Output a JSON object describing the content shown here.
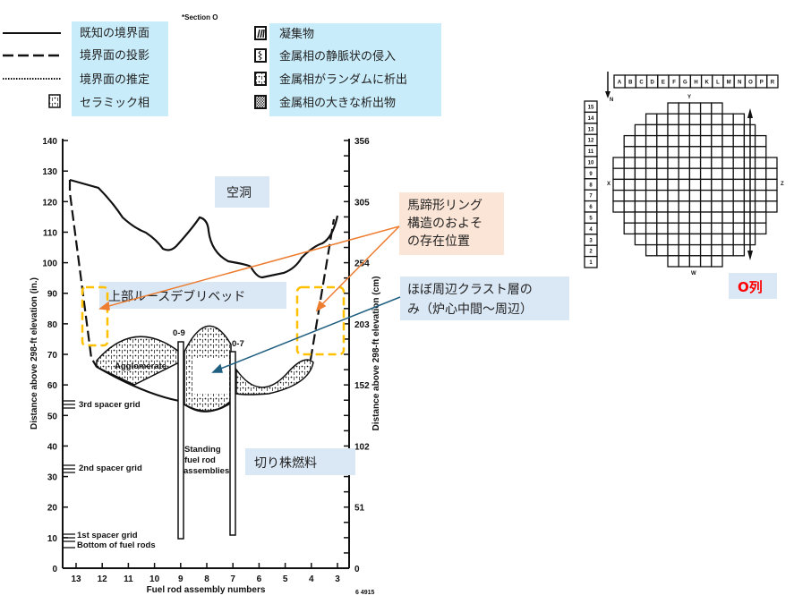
{
  "legend": {
    "section_label": "*Section O",
    "left": [
      {
        "line": "solid",
        "label": "既知の境界面"
      },
      {
        "line": "dashed",
        "label": "境界面の投影"
      },
      {
        "line": "dotted",
        "label": "境界面の推定"
      },
      {
        "icon": "ceramic-pattern-icon",
        "label": "セラミック相"
      }
    ],
    "right": [
      {
        "icon": "agglomerate-pattern-icon",
        "label": "凝集物"
      },
      {
        "icon": "vein-metal-pattern-icon",
        "label": "金属相の静脈状の侵入"
      },
      {
        "icon": "random-metal-pattern-icon",
        "label": "金属相がランダムに析出"
      },
      {
        "icon": "large-metal-pattern-icon",
        "label": "金属相の大きな析出物"
      }
    ]
  },
  "axes": {
    "left_ticks": [
      "0",
      "10",
      "20",
      "30",
      "40",
      "50",
      "60",
      "70",
      "80",
      "90",
      "100",
      "110",
      "120",
      "130",
      "140"
    ],
    "right_ticks": [
      {
        "in": 0,
        "cm": "0"
      },
      {
        "in": 20,
        "cm": "51"
      },
      {
        "in": 40,
        "cm": "102"
      },
      {
        "in": 60,
        "cm": "152"
      },
      {
        "in": 80,
        "cm": "203"
      },
      {
        "in": 100,
        "cm": "254"
      },
      {
        "in": 120,
        "cm": "305"
      },
      {
        "in": 140,
        "cm": "356"
      }
    ],
    "x_ticks": [
      "13",
      "12",
      "11",
      "10",
      "9",
      "8",
      "7",
      "6",
      "5",
      "4",
      "3"
    ],
    "left_label": "Distance above 298-ft elevation (in.)",
    "right_label": "Distance above 298-ft elevation (cm)",
    "x_label": "Fuel rod assembly numbers",
    "figure_number": "6 4915"
  },
  "diagram_labels": {
    "agglomerate": "Agglomerate",
    "rod_left": "0-9",
    "rod_right": "0-7",
    "standing_1": "Standing",
    "standing_2": "fuel rod",
    "standing_3": "assemblies",
    "spacer3": "3rd spacer grid",
    "spacer2": "2nd spacer grid",
    "spacer1": "1st spacer grid",
    "bottom": "Bottom of fuel rods"
  },
  "annotations": {
    "cavity": "空洞",
    "upper_debris": "上部ルースデブリベッド",
    "stub_fuel": "切り株燃料",
    "ring_1": "馬蹄形リング",
    "ring_2": "構造のおよそ",
    "ring_3": "の存在位置",
    "crust_1": "ほぼ周辺クラスト層の",
    "crust_2": "み（炉心中間～周辺）",
    "row_label": "O列"
  },
  "core_map": {
    "columns": [
      "A",
      "B",
      "C",
      "D",
      "E",
      "F",
      "G",
      "H",
      "K",
      "L",
      "M",
      "N",
      "O",
      "P",
      "R"
    ],
    "rows": [
      "15",
      "14",
      "13",
      "12",
      "11",
      "10",
      "9",
      "8",
      "7",
      "6",
      "5",
      "4",
      "3",
      "2",
      "1"
    ],
    "north": "N",
    "top": "Y",
    "bottom": "W",
    "left": "X",
    "right": "Z"
  },
  "colors": {
    "blue_box": "#c9ecfa",
    "note_blue": "#dae7f5",
    "note_orange": "#fbe5d6",
    "orange": "#ed7d31",
    "yellow": "#ffc000",
    "teal": "#1f5f80",
    "red": "#ff0000"
  }
}
